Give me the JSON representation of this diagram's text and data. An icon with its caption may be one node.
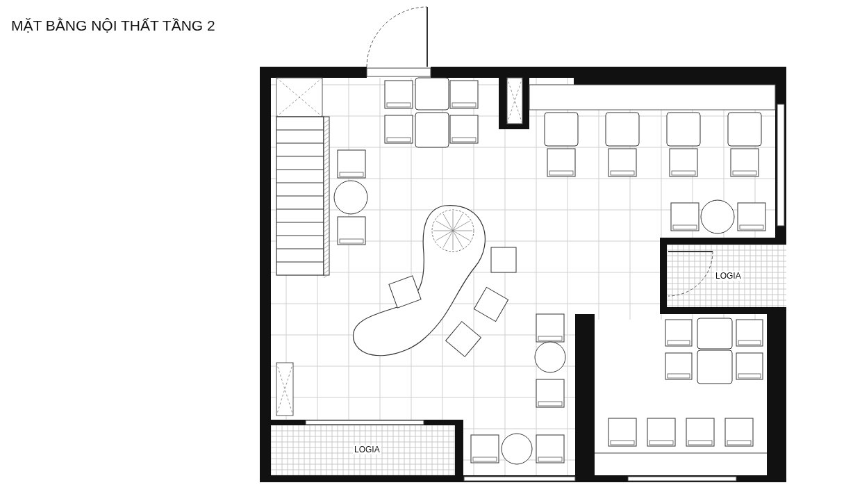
{
  "diagram": {
    "title": "MẶT BẰNG NỘI THẤT TẦNG 2",
    "labels": [
      "LOGIA",
      "LOGIA"
    ]
  }
}
